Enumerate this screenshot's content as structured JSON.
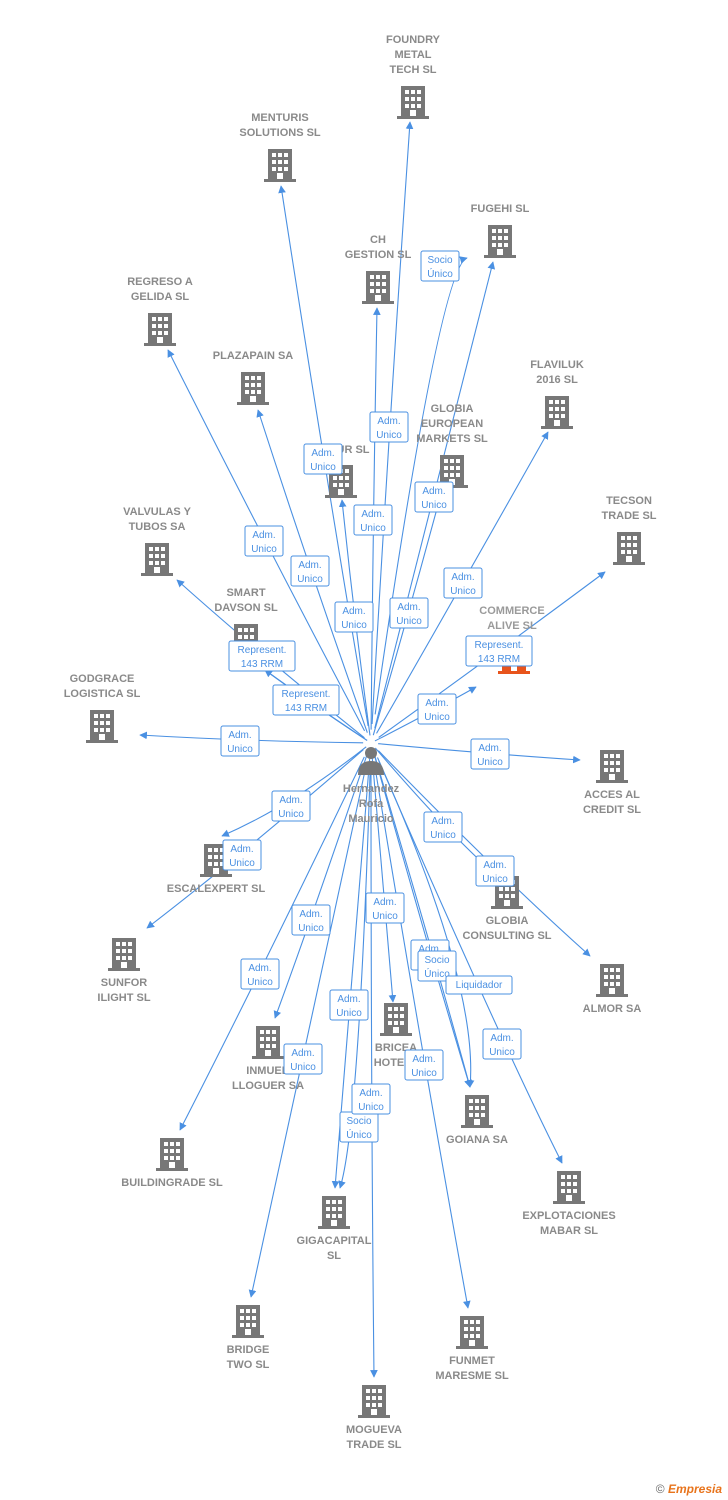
{
  "person": {
    "name_lines": [
      "Hernandez",
      "Rofa",
      "Mauricio"
    ]
  },
  "nodes": [
    {
      "id": "foundry",
      "name": [
        "FOUNDRY",
        "METAL",
        "TECH SL"
      ]
    },
    {
      "id": "menturis",
      "name": [
        "MENTURIS",
        "SOLUTIONS  SL"
      ]
    },
    {
      "id": "fugehi",
      "name": [
        "FUGEHI SL"
      ]
    },
    {
      "id": "chgestion",
      "name": [
        "CH",
        "GESTION SL"
      ]
    },
    {
      "id": "regreso",
      "name": [
        "REGRESO A",
        "GELIDA SL"
      ]
    },
    {
      "id": "plazapain",
      "name": [
        "PLAZAPAIN SA"
      ]
    },
    {
      "id": "flaviluk",
      "name": [
        "FLAVILUK",
        "2016  SL"
      ]
    },
    {
      "id": "globiaeu",
      "name": [
        "GLOBIA",
        "EUROPEAN",
        "MARKETS  SL"
      ]
    },
    {
      "id": "ursl",
      "name": [
        "UR SL"
      ]
    },
    {
      "id": "tecson",
      "name": [
        "TECSON",
        "TRADE  SL"
      ]
    },
    {
      "id": "valvulas",
      "name": [
        "VALVULAS Y",
        "TUBOS SA"
      ]
    },
    {
      "id": "smart",
      "name": [
        "SMART",
        "DAVSON  SL"
      ]
    },
    {
      "id": "commerce",
      "name": [
        "COMMERCE",
        "ALIVE  SL"
      ]
    },
    {
      "id": "godgrace",
      "name": [
        "GODGRACE",
        "LOGISTICA  SL"
      ]
    },
    {
      "id": "acces",
      "name": [
        "ACCES AL",
        "CREDIT  SL"
      ]
    },
    {
      "id": "escalexpert",
      "name": [
        "ESCALEXPERT SL"
      ]
    },
    {
      "id": "globiacons",
      "name": [
        "GLOBIA",
        "CONSULTING SL"
      ]
    },
    {
      "id": "sunfor",
      "name": [
        "SUNFOR",
        "ILIGHT SL"
      ]
    },
    {
      "id": "almor",
      "name": [
        "ALMOR SA"
      ]
    },
    {
      "id": "inmueb",
      "name": [
        "INMUEB",
        "LLOGUER SA"
      ]
    },
    {
      "id": "bricea",
      "name": [
        "BRICEA",
        "HOTELS"
      ]
    },
    {
      "id": "goiana",
      "name": [
        "GOIANA SA"
      ]
    },
    {
      "id": "buildingrade",
      "name": [
        "BUILDINGRADE SL"
      ]
    },
    {
      "id": "explotaciones",
      "name": [
        "EXPLOTACIONES",
        "MABAR  SL"
      ]
    },
    {
      "id": "gigacapital",
      "name": [
        "GIGACAPITAL",
        "SL"
      ]
    },
    {
      "id": "bridge",
      "name": [
        "BRIDGE",
        "TWO  SL"
      ]
    },
    {
      "id": "funmet",
      "name": [
        "FUNMET",
        "MARESME SL"
      ]
    },
    {
      "id": "mogueva",
      "name": [
        "MOGUEVA",
        "TRADE  SL"
      ]
    }
  ],
  "relations": [
    {
      "to": "foundry",
      "label": [
        "Adm.",
        "Unico"
      ]
    },
    {
      "to": "menturis",
      "label": [
        "Adm.",
        "Unico"
      ]
    },
    {
      "to": "fugehi",
      "label": [
        "Adm.",
        "Unico"
      ]
    },
    {
      "to": "fugehi",
      "label": [
        "Socio",
        "Único"
      ]
    },
    {
      "to": "chgestion",
      "label": [
        "Adm.",
        "Unico"
      ]
    },
    {
      "to": "regreso",
      "label": [
        "Adm.",
        "Unico"
      ]
    },
    {
      "to": "plazapain",
      "label": [
        "Adm.",
        "Unico"
      ]
    },
    {
      "to": "flaviluk",
      "label": [
        "Adm.",
        "Unico"
      ]
    },
    {
      "to": "globiaeu",
      "label": [
        "Adm.",
        "Unico"
      ]
    },
    {
      "to": "ursl",
      "label": [
        "Adm.",
        "Unico"
      ]
    },
    {
      "to": "tecson",
      "label": [
        "Represent.",
        "143 RRM"
      ]
    },
    {
      "to": "valvulas",
      "label": [
        "Represent.",
        "143 RRM"
      ]
    },
    {
      "to": "smart",
      "label": [
        "Represent.",
        "143 RRM"
      ]
    },
    {
      "to": "smart",
      "label": [
        "Adm.",
        "Unico"
      ]
    },
    {
      "to": "commerce",
      "label": [
        "Adm.",
        "Unico"
      ]
    },
    {
      "to": "godgrace",
      "label": [
        "Adm.",
        "Unico"
      ]
    },
    {
      "to": "acces",
      "label": [
        "Adm.",
        "Unico"
      ]
    },
    {
      "to": "escalexpert",
      "label": [
        "Adm.",
        "Unico"
      ]
    },
    {
      "to": "sunfor",
      "label": [
        "Adm.",
        "Unico"
      ]
    },
    {
      "to": "globiacons",
      "label": [
        "Adm.",
        "Unico"
      ]
    },
    {
      "to": "almor",
      "label": [
        "Adm.",
        "Unico"
      ]
    },
    {
      "to": "inmueb",
      "label": [
        "Adm.",
        "Unico"
      ]
    },
    {
      "to": "bricea",
      "label": [
        "Adm.",
        "Unico"
      ]
    },
    {
      "to": "goiana",
      "label": [
        "Adm.",
        "Unico"
      ]
    },
    {
      "to": "goiana",
      "label": [
        "Socio",
        "Único"
      ]
    },
    {
      "to": "goiana",
      "label": [
        "Liquidador"
      ]
    },
    {
      "to": "buildingrade",
      "label": [
        "Adm.",
        "Unico"
      ]
    },
    {
      "to": "explotaciones",
      "label": [
        "Adm.",
        "Unico"
      ]
    },
    {
      "to": "gigacapital",
      "label": [
        "Adm.",
        "Unico"
      ]
    },
    {
      "to": "gigacapital",
      "label": [
        "Socio",
        "Único"
      ]
    },
    {
      "to": "bridge",
      "label": [
        "Adm.",
        "Unico"
      ]
    },
    {
      "to": "funmet",
      "label": [
        "Adm.",
        "Unico"
      ]
    },
    {
      "to": "mogueva",
      "label": [
        "Adm.",
        "Unico"
      ]
    }
  ],
  "highlight_node": "commerce",
  "colors": {
    "edge": "#4a90e2",
    "building": "#777777",
    "highlight": "#e8541c",
    "label_text": "#4a90e2"
  },
  "footer": {
    "copyright": "©",
    "brand": "Empresia"
  }
}
